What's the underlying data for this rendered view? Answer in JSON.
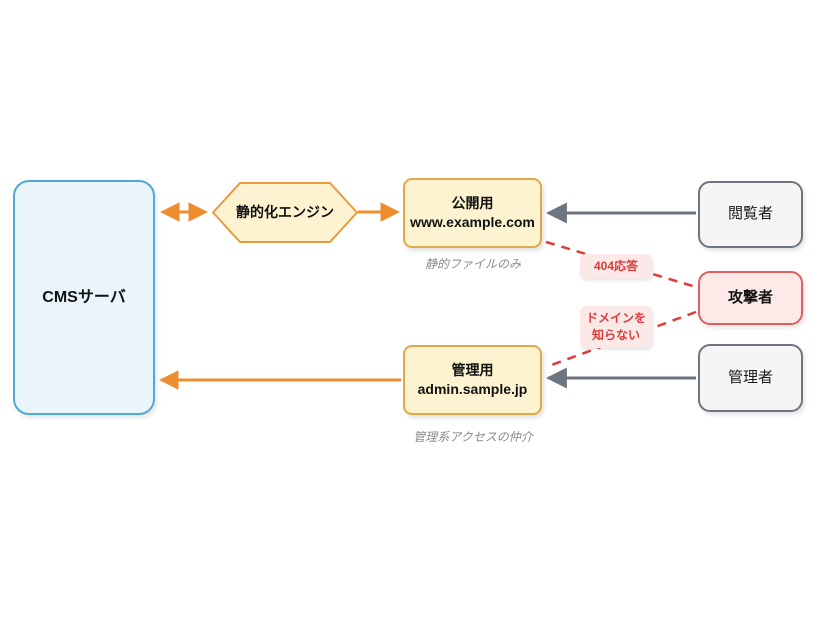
{
  "diagram": {
    "cms_server": {
      "label": "CMSサーバ"
    },
    "static_engine": {
      "label": "静的化エンジン"
    },
    "public_site": {
      "title": "公開用",
      "domain": "www.example.com",
      "caption": "静的ファイルのみ"
    },
    "admin_site": {
      "title": "管理用",
      "domain": "admin.sample.jp",
      "caption": "管理系アクセスの仲介"
    },
    "actors": {
      "viewer": {
        "label": "閲覧者"
      },
      "attacker": {
        "label": "攻撃者"
      },
      "administrator": {
        "label": "管理者"
      }
    },
    "attack_labels": {
      "response_404": "404応答",
      "unknown_domain_line1": "ドメインを",
      "unknown_domain_line2": "知らない"
    },
    "colors": {
      "cms_fill": "#eaf5fb",
      "cms_border": "#54a8d5",
      "yellow_fill": "#fdf3d0",
      "yellow_border": "#e0a94c",
      "hexagon_border": "#e89a3c",
      "orange_arrow": "#ed8e2e",
      "gray_arrow": "#6c7580",
      "actor_fill": "#f5f5f5",
      "actor_border": "#6c7580",
      "attacker_fill": "#fdeae8",
      "attacker_border": "#e06060",
      "attack_red": "#e03a3a",
      "badge_fill": "#fbe9e7",
      "caption_gray": "#8a8a8a",
      "background": "#ffffff"
    }
  }
}
